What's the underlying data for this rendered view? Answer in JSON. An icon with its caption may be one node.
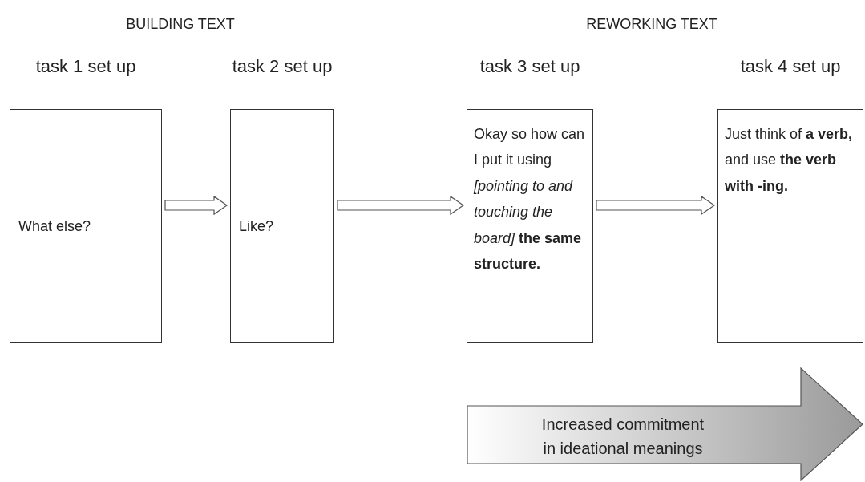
{
  "diagram": {
    "nodes": [
      {
        "text": [
          "task 1 set up",
          "What else?"
        ]
      },
      {
        "text": [
          "task 2 set up",
          "Like?"
        ]
      },
      {
        "text": [
          "task 3 set up",
          "Okay so how can I put it using *[pointing to and touching the board]* **the same structure.**"
        ]
      },
      {
        "text": [
          "task 4 set up",
          "Just think of **a verb,** and use **the verb with -ing.**"
        ]
      },
      {
        "text": [
          "Increased commitment in ideational meanings"
        ]
      }
    ],
    "edges": [
      {
        "from": 0,
        "to": 1,
        "arrow": "to"
      },
      {
        "from": 1,
        "to": 2,
        "arrow": "to"
      },
      {
        "from": 2,
        "to": 3,
        "arrow": "to"
      }
    ],
    "labels": [
      "BUILDING TEXT",
      "REWORKING TEXT"
    ]
  }
}
